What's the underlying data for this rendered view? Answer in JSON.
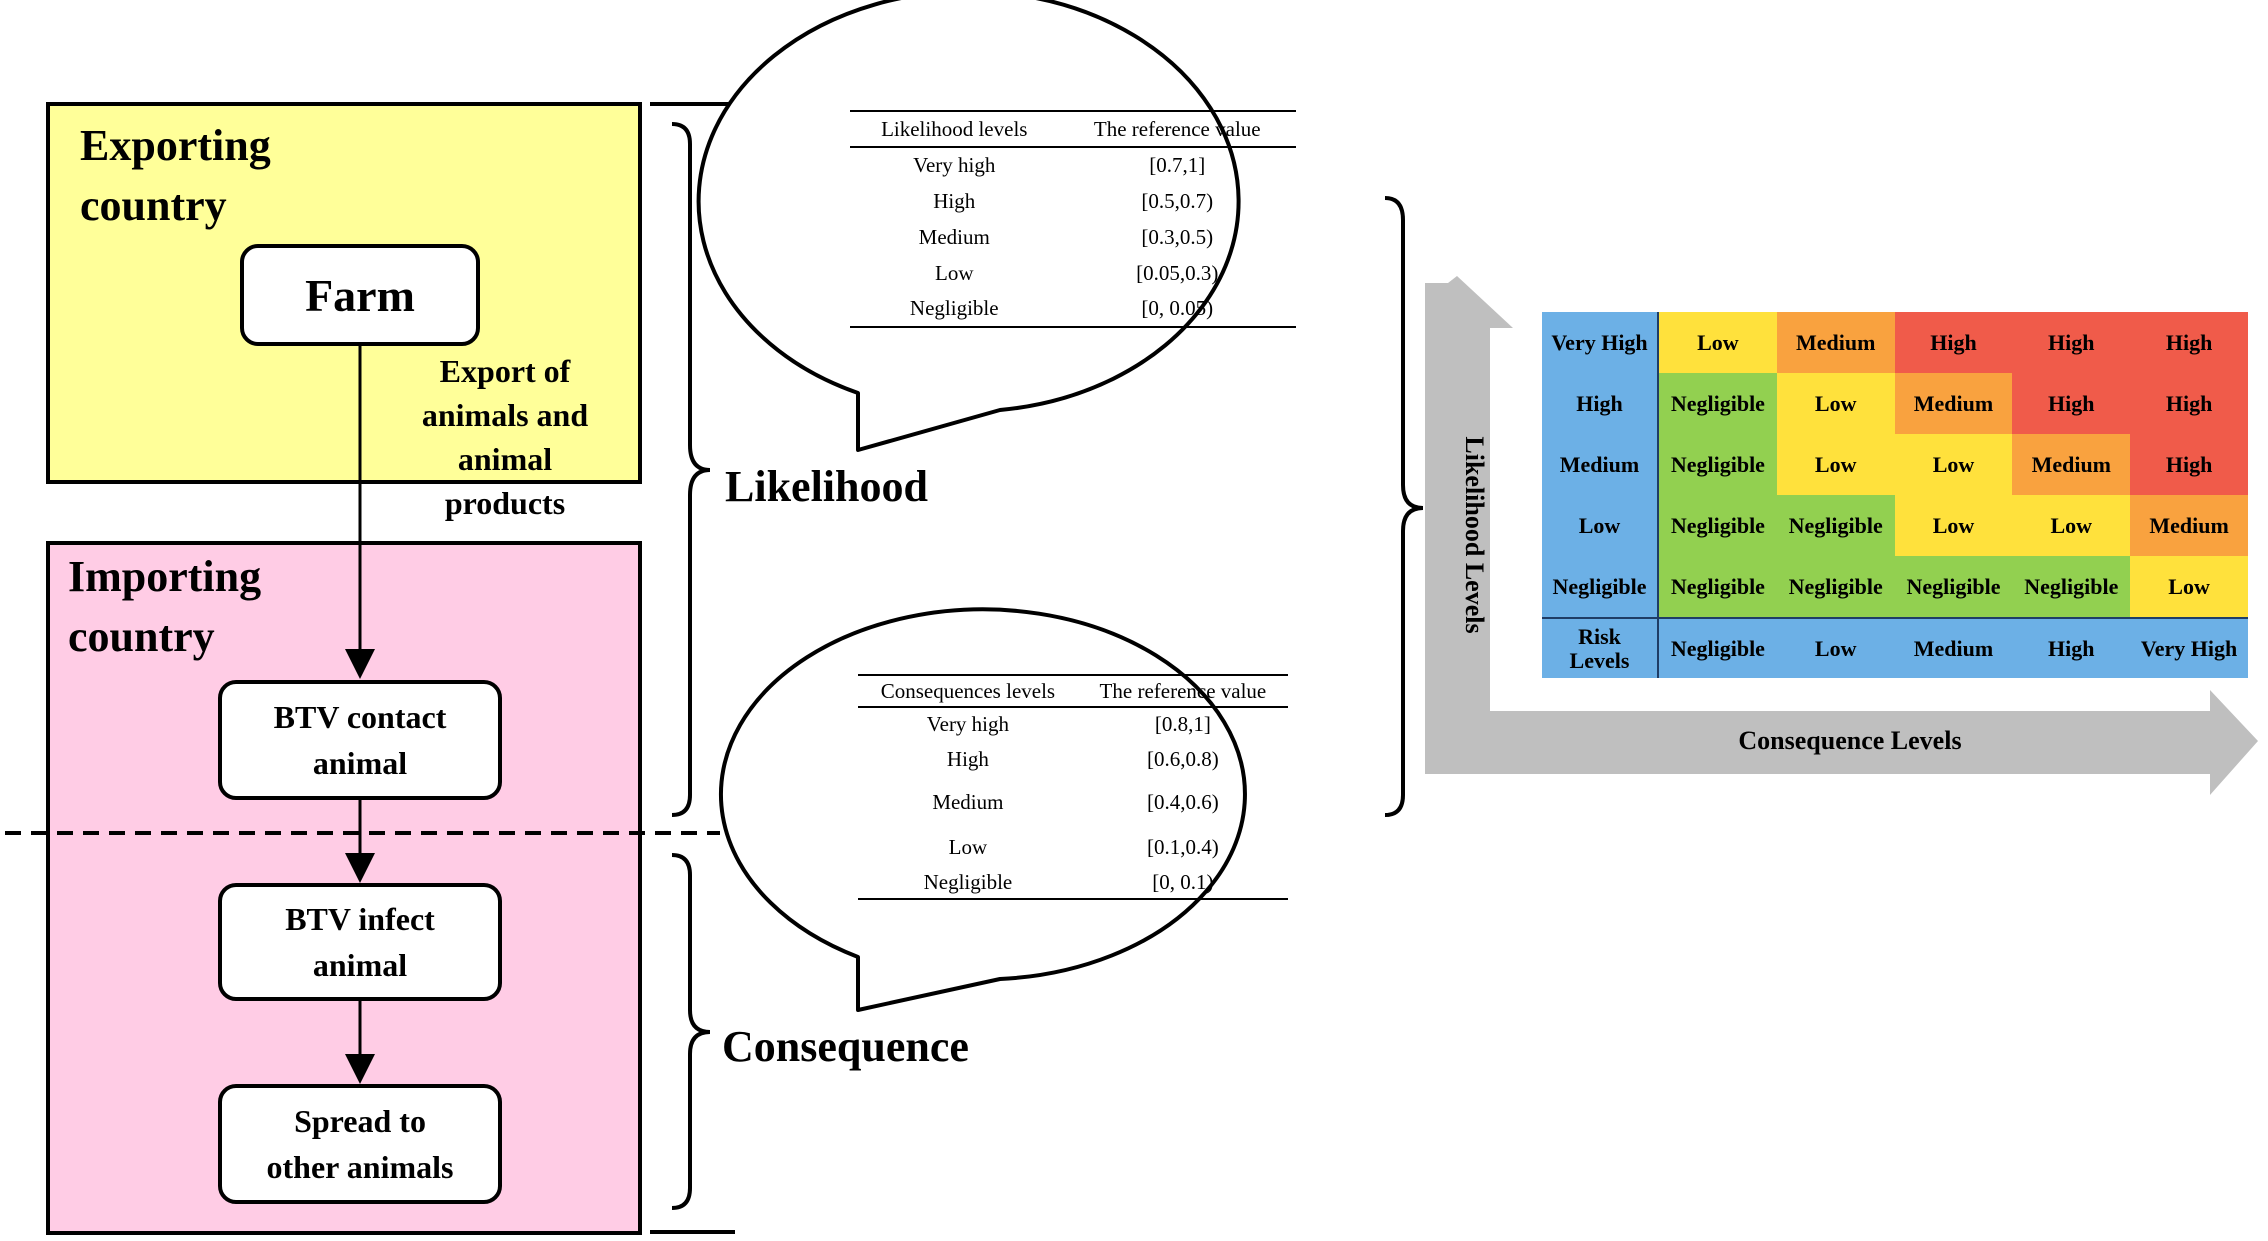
{
  "exporting_country": {
    "title": "Exporting\ncountry",
    "fill": "#FFFF99"
  },
  "importing_country": {
    "title": "Importing\ncountry",
    "fill": "#FFCCE5"
  },
  "nodes": {
    "farm": "Farm",
    "btv_contact": "BTV  contact\nanimal",
    "btv_infect": "BTV  infect\nanimal",
    "spread": "Spread to\nother animals"
  },
  "edge_label": "Export of\nanimals and\nanimal products",
  "phases": {
    "likelihood": "Likelihood",
    "consequence": "Consequence"
  },
  "likelihood_table": {
    "headers": [
      "Likelihood levels",
      "The reference value"
    ],
    "rows": [
      [
        "Very high",
        "[0.7,1]"
      ],
      [
        "High",
        "[0.5,0.7)"
      ],
      [
        "Medium",
        "[0.3,0.5)"
      ],
      [
        "Low",
        "[0.05,0.3)"
      ],
      [
        "Negligible",
        "[0, 0.05)"
      ]
    ]
  },
  "consequence_table": {
    "headers": [
      "Consequences levels",
      "The reference value"
    ],
    "rows": [
      [
        "Very high",
        "[0.8,1]"
      ],
      [
        "High",
        "[0.6,0.8)"
      ],
      [
        "Medium",
        "[0.4,0.6)"
      ],
      [
        "Low",
        "[0.1,0.4)"
      ],
      [
        "Negligible",
        "[0, 0.1)"
      ]
    ]
  },
  "risk_matrix": {
    "row_headers": [
      "Very High",
      "High",
      "Medium",
      "Low",
      "Negligible"
    ],
    "col_headers": [
      "Negligible",
      "Low",
      "Medium",
      "High",
      "Very High"
    ],
    "corner": "Risk\nLevels",
    "cells": [
      [
        "Low",
        "Medium",
        "High",
        "High",
        "High"
      ],
      [
        "Negligible",
        "Low",
        "Medium",
        "High",
        "High"
      ],
      [
        "Negligible",
        "Low",
        "Low",
        "Medium",
        "High"
      ],
      [
        "Negligible",
        "Negligible",
        "Low",
        "Low",
        "Medium"
      ],
      [
        "Negligible",
        "Negligible",
        "Negligible",
        "Negligible",
        "Low"
      ]
    ],
    "colors": {
      "Negligible": "#92D050",
      "Low": "#FFE13C",
      "Medium": "#F9A23F",
      "High": "#F05B4A",
      "header": "#6CB0E6"
    },
    "y_axis_label": "Likelihood Levels",
    "x_axis_label": "Consequence Levels"
  }
}
